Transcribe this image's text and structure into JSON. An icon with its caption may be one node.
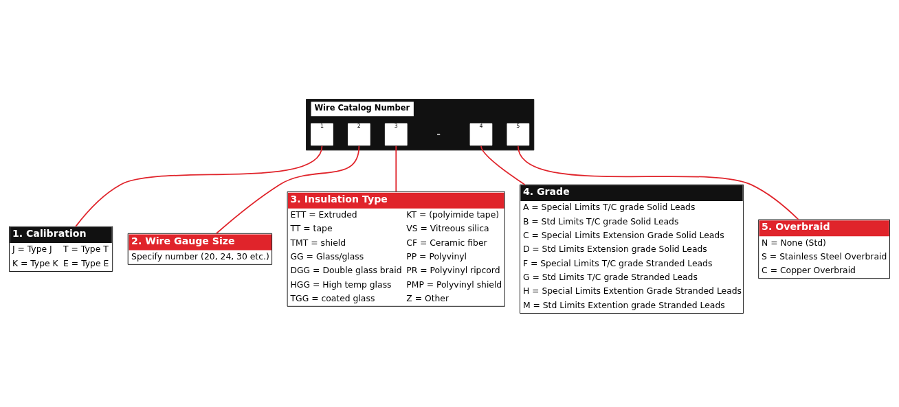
{
  "diagram": {
    "nodes": [
      {
        "text": [
          "Wire Catalog Number"
        ]
      },
      {
        "text": [
          "1"
        ],
        "in": 0
      },
      {
        "text": [
          "2"
        ],
        "in": 0
      },
      {
        "text": [
          "3"
        ],
        "in": 0
      },
      {
        "text": [
          "4"
        ],
        "in": 0
      },
      {
        "text": [
          "5"
        ],
        "in": 0
      },
      {
        "text": [
          "1. Calibration",
          "J = Type J",
          "T = Type T",
          "K = Type K",
          "E = Type E"
        ]
      },
      {
        "text": [
          "2. Wire Gauge Size",
          "Specify number (20, 24, 30 etc.)"
        ]
      },
      {
        "text": [
          "3. Insulation Type",
          "ETT = Extruded",
          "KT = (polyimide tape)",
          "TT = tape",
          "VS = Vitreous silica",
          "TMT = shield",
          "CF = Ceramic fiber",
          "GG = Glass/glass",
          "PP = Polyvinyl",
          "DGG = Double glass braid",
          "PR = Polyvinyl ripcord",
          "HGG = High temp glass",
          "PMP = Polyvinyl shield",
          "TGG = coated glass",
          "Z = Other"
        ]
      },
      {
        "text": [
          "4. Grade",
          "A = Special Limits T/C grade Solid Leads",
          "B = Std Limits T/C grade Solid Leads",
          "C = Special Limits Extension Grade Solid Leads",
          "D = Std Limits Extension grade Solid Leads",
          "F = Special Limits T/C grade Stranded Leads",
          "G = Std Limits T/C grade Stranded Leads",
          "H = Special Limits Extention Grade Stranded Leads",
          "M = Std Limits Extention grade Stranded Leads"
        ]
      },
      {
        "text": [
          "5. Overbraid",
          "N = None (Std)",
          "S = Stainless Steel Overbraid",
          "C = Copper Overbraid"
        ]
      }
    ],
    "edges": [
      {
        "from": 1,
        "to": 6,
        "arrow": "none",
        "color": "#e0242b"
      },
      {
        "from": 2,
        "to": 7,
        "arrow": "none",
        "color": "#e0242b"
      },
      {
        "from": 3,
        "to": 8,
        "arrow": "none",
        "color": "#e0242b"
      },
      {
        "from": 4,
        "to": 9,
        "arrow": "none",
        "color": "#e0242b"
      },
      {
        "from": 5,
        "to": 10,
        "arrow": "none",
        "color": "#e0242b"
      }
    ],
    "labels": [
      "-"
    ]
  }
}
